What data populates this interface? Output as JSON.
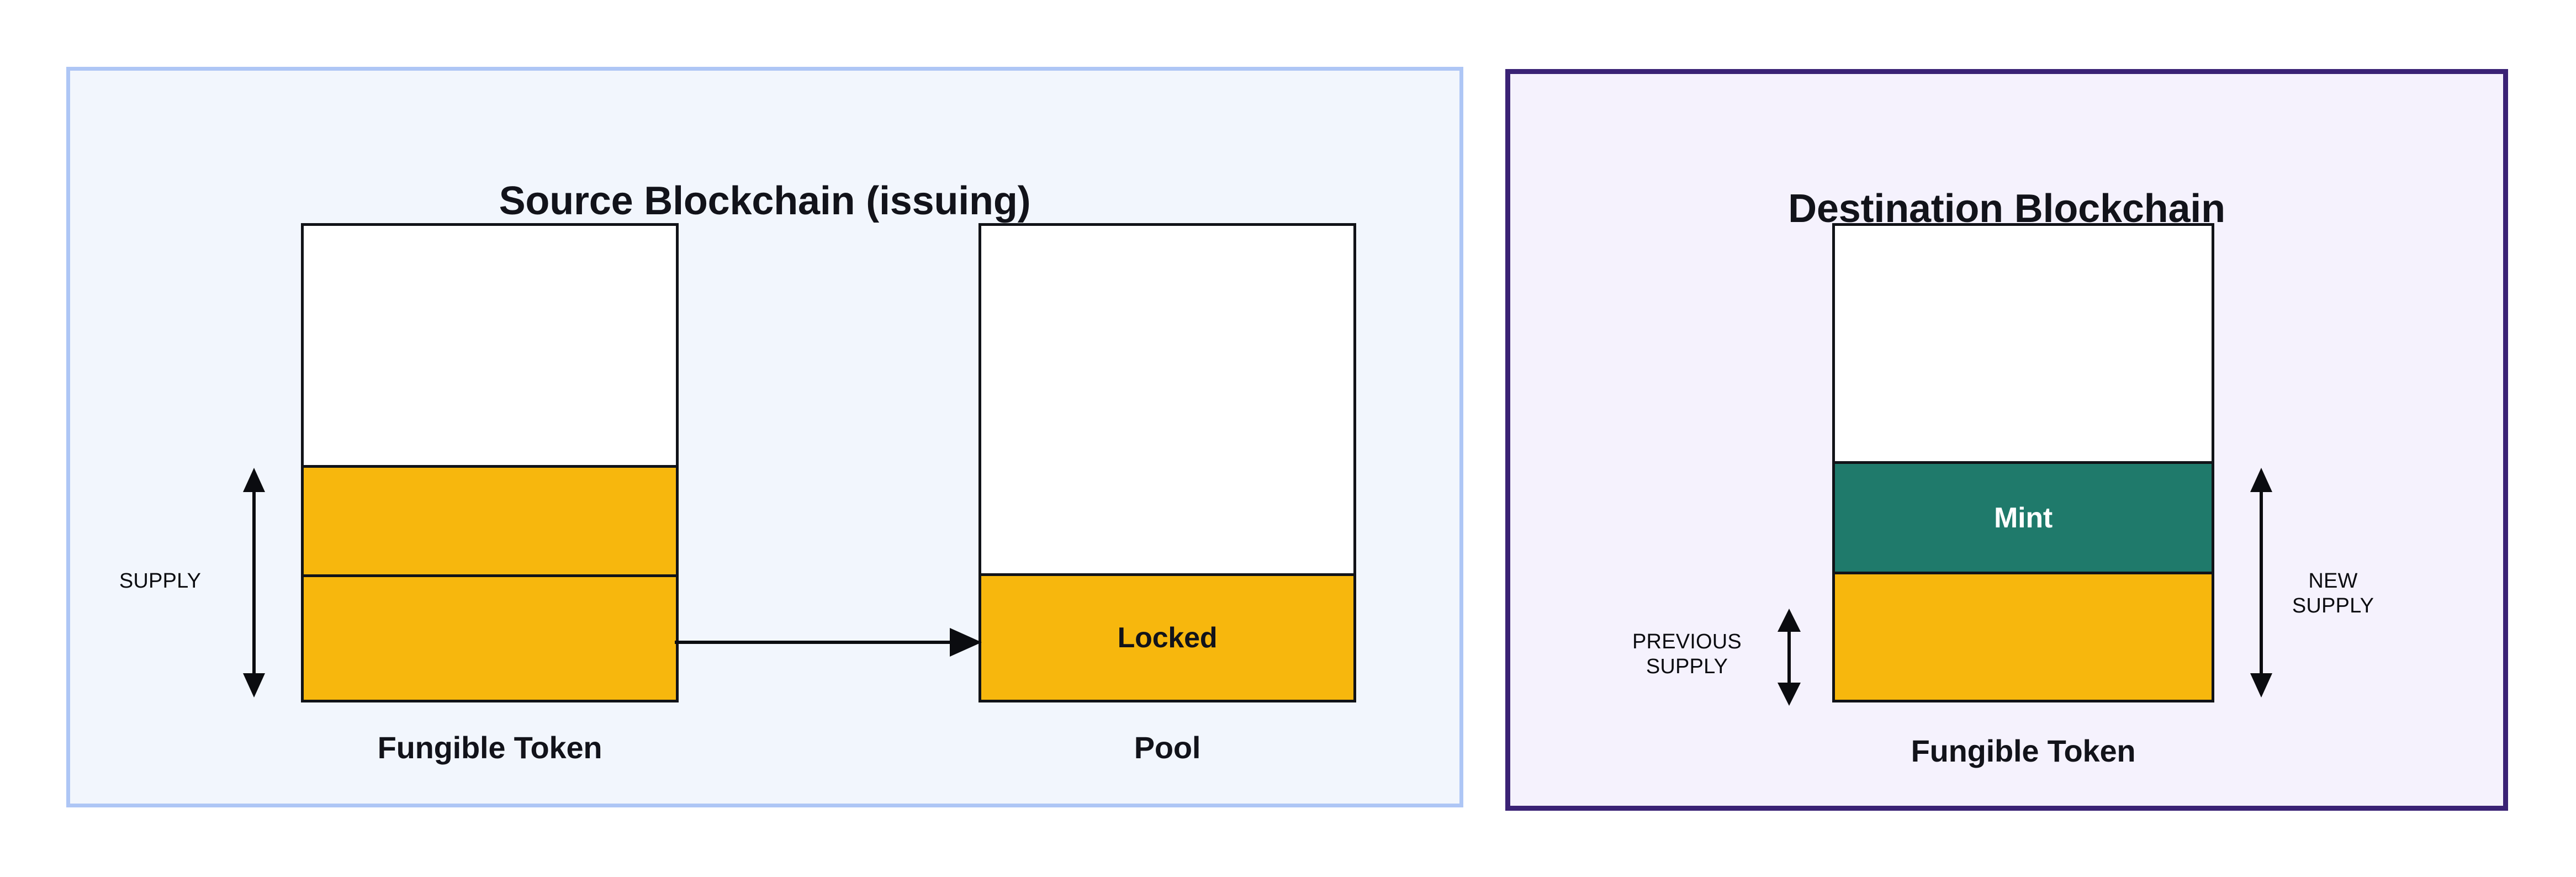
{
  "diagram": {
    "type": "lock-and-mint token bridge",
    "colors": {
      "gold": "#f7b70d",
      "mint_green": "#1f7a6b",
      "source_panel_bg": "#f2f6fd",
      "source_panel_border": "#aec6f5",
      "destination_panel_bg": "#f5f2fd",
      "destination_panel_border": "#3a2275",
      "outline": "#111318",
      "text": "#12131a"
    }
  },
  "source_panel": {
    "title": "Source Blockchain (issuing)",
    "token_bar": {
      "caption": "Fungible Token",
      "segments": [
        {
          "name": "headroom",
          "label": "",
          "fill": "white"
        },
        {
          "name": "supply-upper",
          "label": "",
          "fill": "gold"
        },
        {
          "name": "supply-lower",
          "label": "",
          "fill": "gold"
        }
      ]
    },
    "pool_bar": {
      "caption": "Pool",
      "segments": [
        {
          "name": "headroom",
          "label": "",
          "fill": "white"
        },
        {
          "name": "locked",
          "label": "Locked",
          "fill": "gold"
        }
      ]
    },
    "measure": {
      "supply_label": "SUPPLY"
    },
    "transfer_arrow": {
      "direction": "right",
      "label": ""
    }
  },
  "destination_panel": {
    "title": "Destination Blockchain",
    "token_bar": {
      "caption": "Fungible Token",
      "segments": [
        {
          "name": "headroom",
          "label": "",
          "fill": "white"
        },
        {
          "name": "mint",
          "label": "Mint",
          "fill": "mint_green"
        },
        {
          "name": "previous-supply",
          "label": "",
          "fill": "gold"
        }
      ]
    },
    "measures": {
      "previous_supply_label": "PREVIOUS\nSUPPLY",
      "new_supply_label": "NEW\nSUPPLY"
    }
  }
}
